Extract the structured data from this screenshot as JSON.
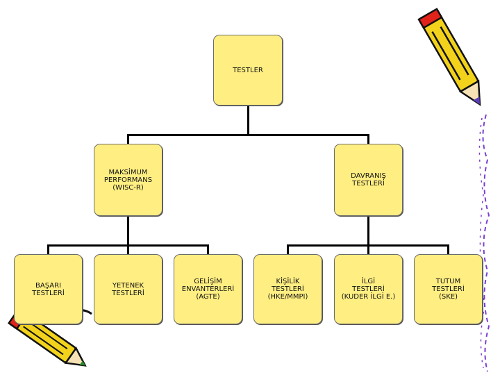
{
  "diagram": {
    "root": {
      "label": "TESTLER"
    },
    "level1": [
      {
        "label": "MAKSİMUM\nPERFORMANS\n(WISC-R)"
      },
      {
        "label": "DAVRANIŞ\nTESTLERİ"
      }
    ],
    "level2": [
      {
        "label": "BAŞARI\nTESTLERİ"
      },
      {
        "label": "YETENEK\nTESTLERİ"
      },
      {
        "label": "GELİŞİM\nENVANTERLERİ\n(AGTE)"
      },
      {
        "label": "KİŞİLİK\nTESTLERİ\n(HKE/MMPI)"
      },
      {
        "label": "İLGİ\nTESTLERİ\n(KUDER İLGİ E.)"
      },
      {
        "label": "TUTUM\nTESTLERİ\n(SKE)"
      }
    ]
  },
  "decorations": {
    "pencil_icon": "pencil-icon",
    "colors": {
      "node_fill": "#ffee82",
      "pencil_yellow": "#f2d21b",
      "pencil_red": "#e2231a",
      "scribble_purple": "#7a3fd0"
    }
  }
}
